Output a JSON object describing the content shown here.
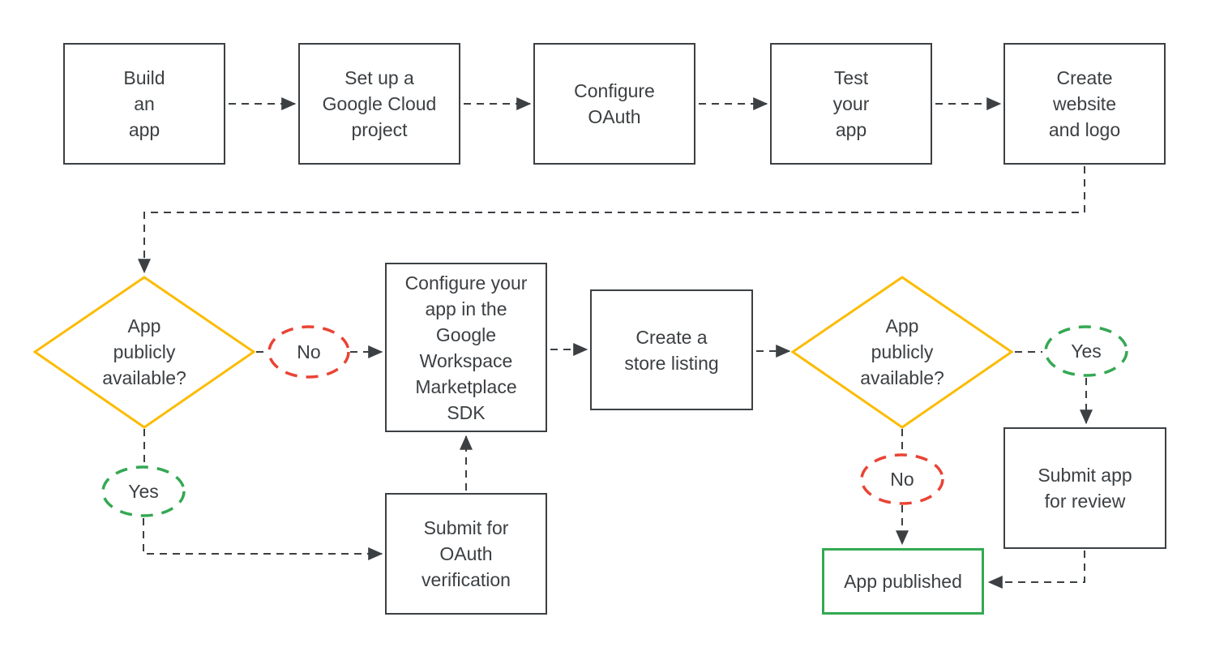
{
  "diagram": {
    "title": "Google Workspace Marketplace app publishing flowchart",
    "type": "flowchart"
  },
  "colors": {
    "background": "#FFFFFF",
    "line": "#3C4043",
    "box_border": "#3C4043",
    "text": "#3C4043",
    "decision_border": "#FBBC04",
    "no_border": "#EA4335",
    "yes_border": "#34A853",
    "published_border": "#34A853"
  },
  "nodes": {
    "build_app": {
      "label": "Build\nan\napp",
      "type": "process"
    },
    "setup_project": {
      "label": "Set up a\nGoogle Cloud\nproject",
      "type": "process"
    },
    "configure_oauth": {
      "label": "Configure\nOAuth",
      "type": "process"
    },
    "test_app": {
      "label": "Test\nyour\napp",
      "type": "process"
    },
    "create_website": {
      "label": "Create\nwebsite\nand logo",
      "type": "process"
    },
    "decision_1": {
      "label": "App\npublicly\navailable?",
      "type": "decision"
    },
    "no_1": {
      "label": "No",
      "type": "answer-no"
    },
    "yes_1": {
      "label": "Yes",
      "type": "answer-yes"
    },
    "configure_sdk": {
      "label": "Configure your\napp in the\nGoogle\nWorkspace\nMarketplace\nSDK",
      "type": "process"
    },
    "store_listing": {
      "label": "Create a\nstore listing",
      "type": "process"
    },
    "decision_2": {
      "label": "App\npublicly\navailable?",
      "type": "decision"
    },
    "yes_2": {
      "label": "Yes",
      "type": "answer-yes"
    },
    "no_2": {
      "label": "No",
      "type": "answer-no"
    },
    "submit_review": {
      "label": "Submit app\nfor review",
      "type": "process"
    },
    "submit_oauth": {
      "label": "Submit for\nOAuth\nverification",
      "type": "process"
    },
    "app_published": {
      "label": "App published",
      "type": "terminal"
    }
  },
  "edges": [
    {
      "from": "build_app",
      "to": "setup_project"
    },
    {
      "from": "setup_project",
      "to": "configure_oauth"
    },
    {
      "from": "configure_oauth",
      "to": "test_app"
    },
    {
      "from": "test_app",
      "to": "create_website"
    },
    {
      "from": "create_website",
      "to": "decision_1"
    },
    {
      "from": "decision_1",
      "to": "configure_sdk",
      "label": "No"
    },
    {
      "from": "decision_1",
      "to": "submit_oauth",
      "label": "Yes"
    },
    {
      "from": "submit_oauth",
      "to": "configure_sdk"
    },
    {
      "from": "configure_sdk",
      "to": "store_listing"
    },
    {
      "from": "store_listing",
      "to": "decision_2"
    },
    {
      "from": "decision_2",
      "to": "submit_review",
      "label": "Yes"
    },
    {
      "from": "decision_2",
      "to": "app_published",
      "label": "No"
    },
    {
      "from": "submit_review",
      "to": "app_published"
    }
  ]
}
